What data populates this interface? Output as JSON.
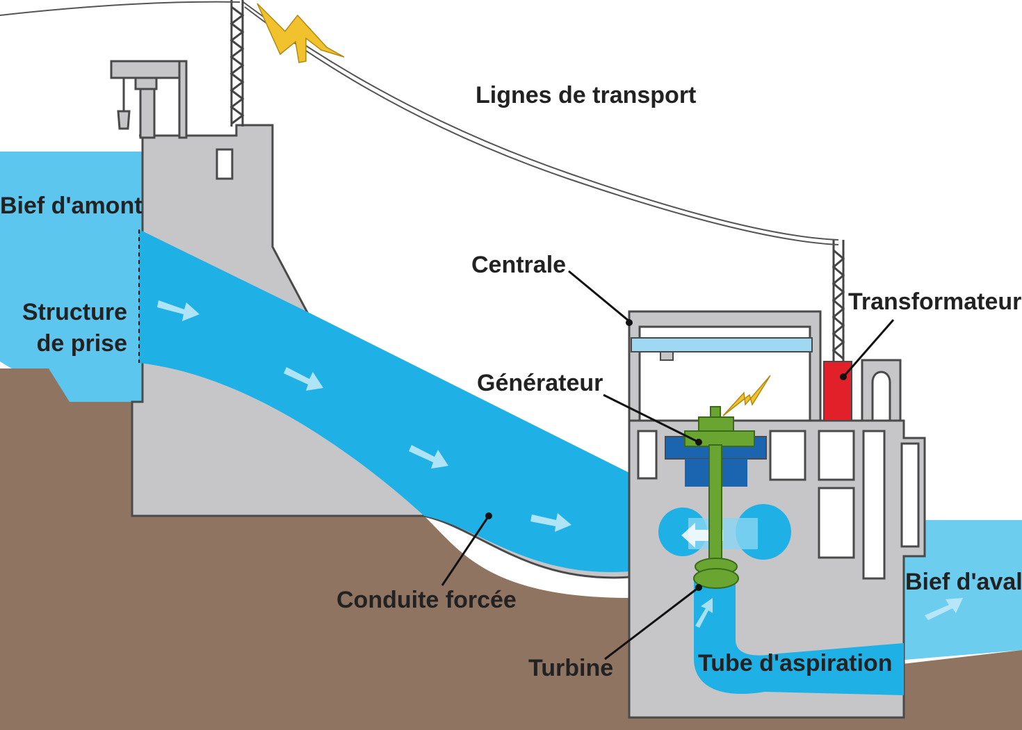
{
  "labels": {
    "lignes_transport": "Lignes de transport",
    "bief_amont": "Bief d'amont",
    "structure_prise_l1": "Structure",
    "structure_prise_l2": "de prise",
    "centrale": "Centrale",
    "transformateur": "Transformateur",
    "generateur": "Générateur",
    "conduite_forcee": "Conduite forcée",
    "turbine": "Turbine",
    "tube_aspiration": "Tube d'aspiration",
    "bief_aval": "Bief d'aval"
  },
  "colors": {
    "water": "#1fb0e6",
    "water_light": "#6ccdef",
    "concrete": "#c6c6c8",
    "concrete_edge": "#4a4a4a",
    "ground": "#8f7462",
    "generator": "#6aa531",
    "transformer": "#e2202a",
    "lightning": "#f2c12e",
    "text": "#222222"
  }
}
